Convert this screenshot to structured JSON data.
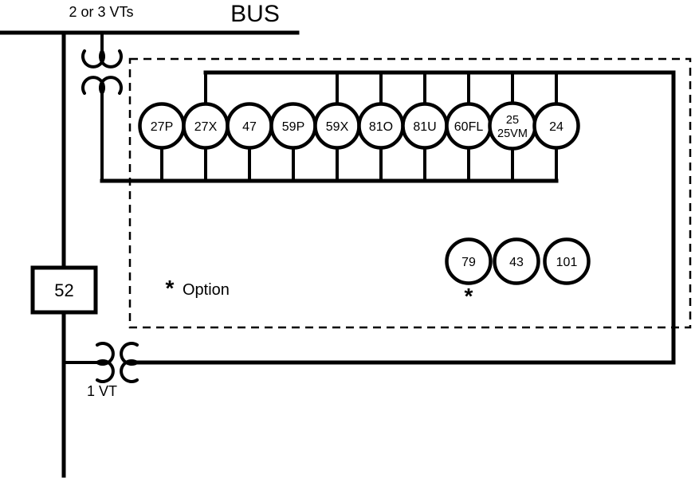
{
  "colors": {
    "line": "#000000",
    "background": "#ffffff"
  },
  "bus": {
    "label": "BUS",
    "vt_label": "2 or 3 VTs"
  },
  "breaker": {
    "label": "52"
  },
  "line_vt": {
    "label": "1 VT"
  },
  "option_note": {
    "marker": "*",
    "text": "Option"
  },
  "relay_box": {
    "top_row": [
      {
        "label": "27P"
      },
      {
        "label": "27X"
      },
      {
        "label": "47"
      },
      {
        "label": "59P"
      },
      {
        "label": "59X"
      },
      {
        "label": "81O"
      },
      {
        "label": "81U"
      },
      {
        "label": "60FL"
      },
      {
        "label": "25",
        "label2": "25VM"
      },
      {
        "label": "24"
      }
    ],
    "optional_row": [
      {
        "label": "79",
        "marker": "*"
      },
      {
        "label": "43"
      },
      {
        "label": "101"
      }
    ]
  }
}
